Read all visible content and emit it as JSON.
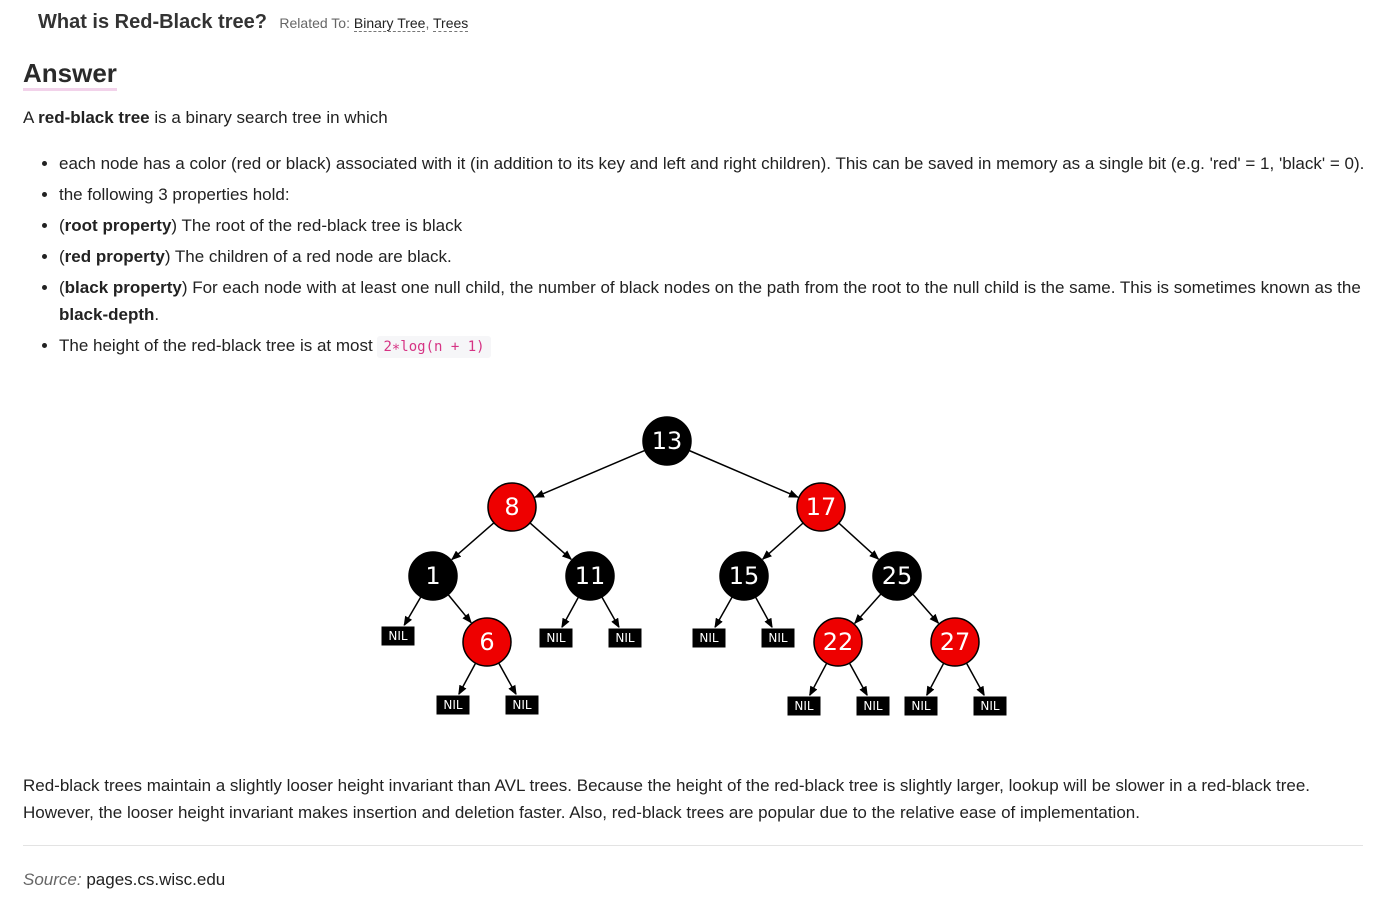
{
  "question": {
    "title": "What is Red-Black tree?",
    "related_prefix": "Related To:",
    "related": [
      "Binary Tree",
      "Trees"
    ]
  },
  "answer": {
    "heading": "Answer",
    "intro": {
      "before": "A ",
      "bold": "red-black tree",
      "after": " is a binary search tree in which"
    },
    "bullets": [
      {
        "text": "each node has a color (red or black) associated with it (in addition to its key and left and right children). This can be saved in memory as a single bit (e.g. 'red' = 1, 'black' = 0)."
      },
      {
        "text": "the following 3 properties hold:"
      },
      {
        "open": "(",
        "bold": "root property",
        "text": ") The root of the red-black tree is black"
      },
      {
        "open": "(",
        "bold": "red property",
        "text": ") The children of a red node are black."
      },
      {
        "open": "(",
        "bold": "black property",
        "text": ") For each node with at least one null child, the number of black nodes on the path from the root to the null child is the same. This is sometimes known as the ",
        "bold2": "black-depth",
        "tail": "."
      },
      {
        "text": "The height of the red-black tree is at most ",
        "code": "2∗log(n + 1)"
      }
    ],
    "tree": {
      "colors": {
        "red": "#ee0000",
        "black": "#000000",
        "nil": "#000000"
      },
      "nil_label": "NIL",
      "nodes": [
        {
          "key": "13",
          "color": "black"
        },
        {
          "key": "8",
          "color": "red"
        },
        {
          "key": "17",
          "color": "red"
        },
        {
          "key": "1",
          "color": "black"
        },
        {
          "key": "11",
          "color": "black"
        },
        {
          "key": "15",
          "color": "black"
        },
        {
          "key": "25",
          "color": "black"
        },
        {
          "key": "6",
          "color": "red"
        },
        {
          "key": "22",
          "color": "red"
        },
        {
          "key": "27",
          "color": "red"
        }
      ],
      "edges": [
        [
          "13",
          "8"
        ],
        [
          "13",
          "17"
        ],
        [
          "8",
          "1"
        ],
        [
          "8",
          "11"
        ],
        [
          "17",
          "15"
        ],
        [
          "17",
          "25"
        ],
        [
          "1",
          "NIL"
        ],
        [
          "1",
          "6"
        ],
        [
          "6",
          "NIL"
        ],
        [
          "6",
          "NIL"
        ],
        [
          "11",
          "NIL"
        ],
        [
          "11",
          "NIL"
        ],
        [
          "15",
          "NIL"
        ],
        [
          "15",
          "NIL"
        ],
        [
          "25",
          "22"
        ],
        [
          "25",
          "27"
        ],
        [
          "22",
          "NIL"
        ],
        [
          "22",
          "NIL"
        ],
        [
          "27",
          "NIL"
        ],
        [
          "27",
          "NIL"
        ]
      ]
    },
    "summary": "Red-black trees maintain a slightly looser height invariant than AVL trees. Because the height of the red-black tree is slightly larger, lookup will be slower in a red-black tree. However, the looser height invariant makes insertion and deletion faster. Also, red-black trees are popular due to the relative ease of implementation.",
    "source_label": "Source:",
    "source_value": "pages.cs.wisc.edu"
  }
}
